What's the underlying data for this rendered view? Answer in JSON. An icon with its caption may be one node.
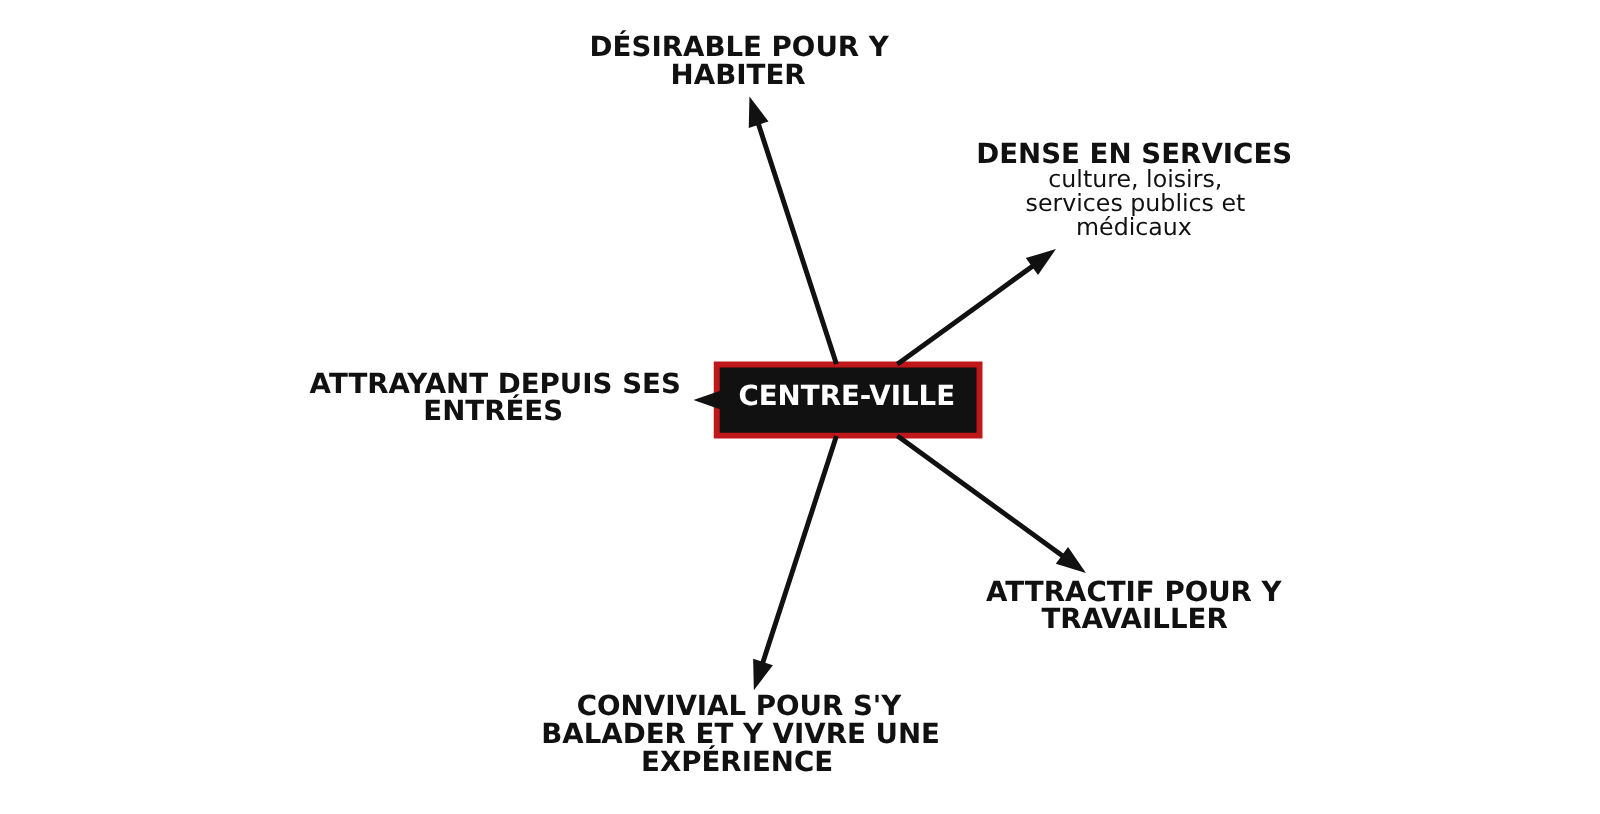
{
  "diagram": {
    "nodes": [
      {
        "text": [
          "CENTRE-VILLE"
        ]
      },
      {
        "text": [
          "DENSE EN SERVICES",
          "culture, loisirs, services publics et médicaux"
        ]
      },
      {
        "text": [
          "DÉSIRABLE POUR Y HABITER"
        ]
      },
      {
        "text": [
          "ATTRAYANT DEPUIS SES ENTRÉES"
        ]
      },
      {
        "text": [
          "CONVIVIAL POUR S'Y BALADER ET Y VIVRE UNE EXPÉRIENCE"
        ]
      },
      {
        "text": [
          "ATTRACTIF POUR Y TRAVAILLER"
        ]
      }
    ],
    "edges": [
      {
        "from": 0,
        "to": 1,
        "arrow": "to"
      },
      {
        "from": 0,
        "to": 2,
        "arrow": "to"
      },
      {
        "from": 0,
        "to": 3,
        "arrow": "to"
      },
      {
        "from": 0,
        "to": 4,
        "arrow": "to"
      },
      {
        "from": 0,
        "to": 5,
        "arrow": "to"
      }
    ]
  }
}
